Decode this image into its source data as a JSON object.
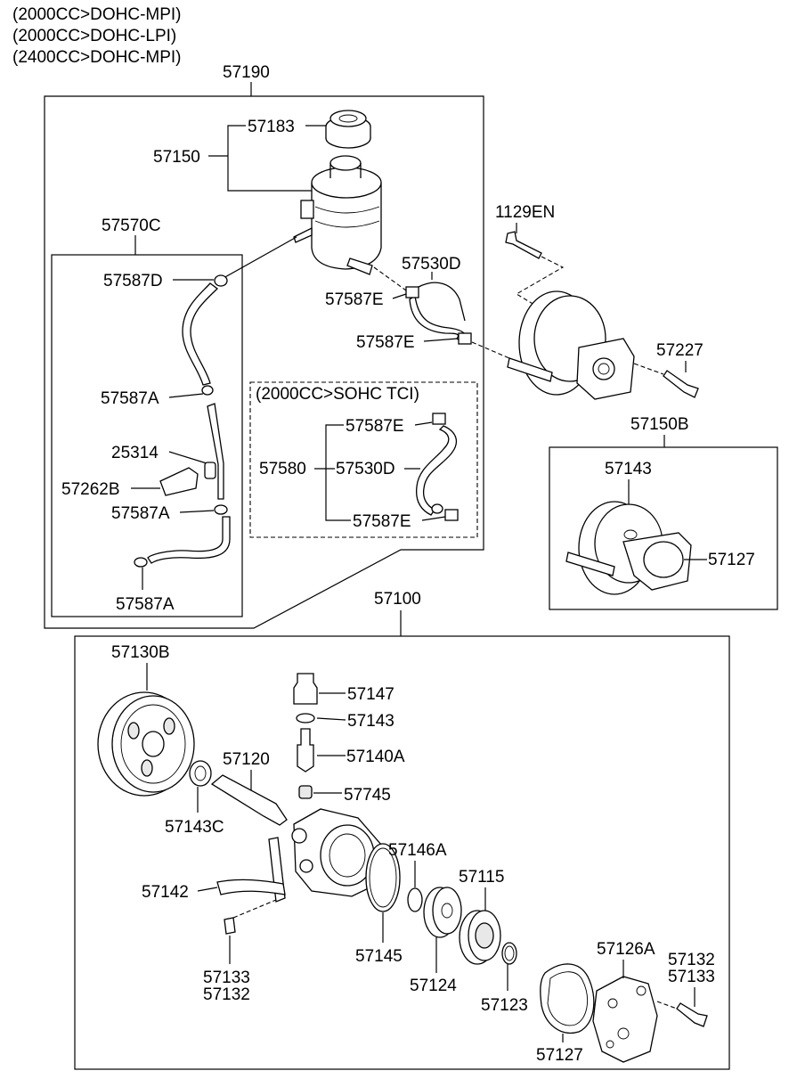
{
  "header": {
    "variants": [
      "(2000CC>DOHC-MPI)",
      "(2000CC>DOHC-LPI)",
      "(2400CC>DOHC-MPI)"
    ]
  },
  "groups": {
    "reservoir_assembly": "57190",
    "hose_assembly": "57570C",
    "tci_variant": "(2000CC>SOHC TCI)",
    "pump_callout": "57150B",
    "pump_assembly": "57100"
  },
  "labels": {
    "p57183": "57183",
    "p57150": "57150",
    "p57587D": "57587D",
    "p57530D": "57530D",
    "p57587E_a": "57587E",
    "p57587E_b": "57587E",
    "p1129EN": "1129EN",
    "p57227": "57227",
    "p57587A_a": "57587A",
    "p25314": "25314",
    "p57262B": "57262B",
    "p57587A_b": "57587A",
    "p57587A_c": "57587A",
    "p57580": "57580",
    "p57587E_c": "57587E",
    "p57530D_b": "57530D",
    "p57587E_d": "57587E",
    "p57143_a": "57143",
    "p57127_a": "57127",
    "p57130B": "57130B",
    "p57147": "57147",
    "p57143_b": "57143",
    "p57140A": "57140A",
    "p57120": "57120",
    "p57745": "57745",
    "p57143C": "57143C",
    "p57146A": "57146A",
    "p57115": "57115",
    "p57142": "57142",
    "p57145": "57145",
    "p57124": "57124",
    "p57123": "57123",
    "p57126A": "57126A",
    "p57132_a": "57132",
    "p57133_a": "57133",
    "p57133_b": "57133",
    "p57132_b": "57132",
    "p57127_b": "57127"
  }
}
